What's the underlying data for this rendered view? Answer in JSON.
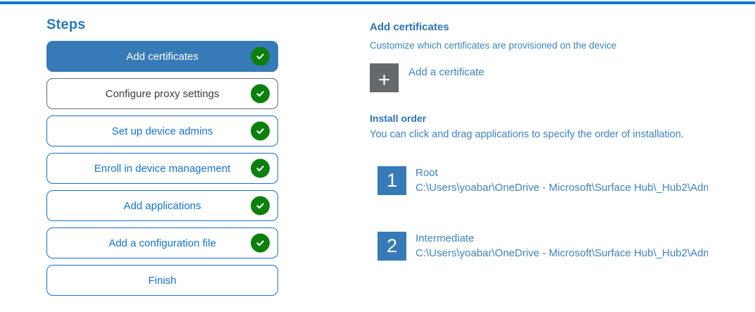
{
  "colors": {
    "top_bar": "#0078d4",
    "accent_blue": "#377ab8",
    "outline_blue": "#1673cd",
    "heading_blue": "#2b7cb9",
    "section_heading_blue": "#2c73b5",
    "body_text_blue": "#3f82c0",
    "gray_border": "#6a6a6a",
    "gray_button": "#66696c",
    "check_green": "#0c800c"
  },
  "sidebar": {
    "title": "Steps",
    "steps": [
      {
        "label": "Add certificates",
        "state": "active",
        "completed": true
      },
      {
        "label": "Configure proxy settings",
        "state": "gray",
        "completed": true
      },
      {
        "label": "Set up device admins",
        "state": "blue",
        "completed": true
      },
      {
        "label": "Enroll in device management",
        "state": "blue",
        "completed": true
      },
      {
        "label": "Add applications",
        "state": "blue",
        "completed": true
      },
      {
        "label": "Add a configuration file",
        "state": "blue",
        "completed": true
      },
      {
        "label": "Finish",
        "state": "blue",
        "completed": false
      }
    ]
  },
  "main": {
    "section_title": "Add certificates",
    "section_subtitle": "Customize which certificates are provisioned on the device",
    "add_certificate": {
      "icon": "plus-icon",
      "icon_glyph": "+",
      "label": "Add a certificate"
    },
    "install_order": {
      "title": "Install order",
      "hint": "You can click and drag applications to specify the order of installation.",
      "items": [
        {
          "order": "1",
          "name": "Root",
          "path": "C:\\Users\\yoabar\\OneDrive - Microsoft\\Surface Hub\\_Hub2\\Adm"
        },
        {
          "order": "2",
          "name": "Intermediate",
          "path": "C:\\Users\\yoabar\\OneDrive - Microsoft\\Surface Hub\\_Hub2\\Adm"
        }
      ]
    }
  }
}
